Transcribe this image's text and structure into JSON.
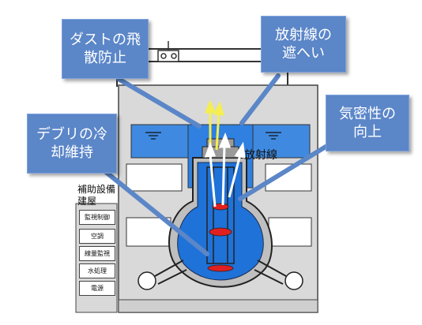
{
  "callouts": {
    "dust": "ダストの飛\n散防止",
    "shield": "放射線の\n遮へい",
    "debris": "デブリの冷\n却維持",
    "airtight": "気密性の\n向上"
  },
  "radiation_label": "放射線",
  "aux_building": {
    "label": "補助設備\n建屋",
    "items": [
      "監視制御",
      "空調",
      "線量監視",
      "水処理",
      "電源"
    ]
  },
  "colors": {
    "callout": "#5b86c8",
    "water": "#3f8ae0",
    "vessel_water": "#1f72d8",
    "building": "#d9d9d9",
    "arrow_yellow": "#f4ee53",
    "arrow_white": "#ffffff",
    "fuel_red": "#e02020"
  }
}
